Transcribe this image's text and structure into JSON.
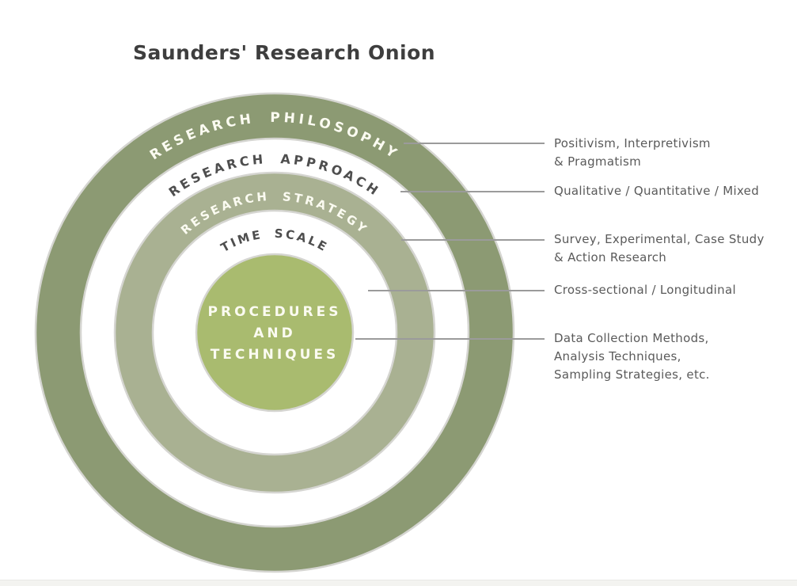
{
  "title": "Saunders' Research Onion",
  "colors": {
    "ring_philosophy": "#8C9A73",
    "ring_approach": "#FFFFFF",
    "ring_strategy": "#A9B192",
    "ring_timescale": "#FFFFFF",
    "core": "#A9BB6F",
    "ring_outline": "#D5D5D1",
    "leader_line": "#9B9B9B",
    "arc_text_light": "#FBFBF1",
    "arc_text_dark": "#4E4E4E",
    "title_text": "#3E3E3E",
    "annotation_text": "#5A5A5A"
  },
  "onion": {
    "rings": [
      {
        "label": "RESEARCH PHILOSOPHY"
      },
      {
        "label": "RESEARCH APPROACH"
      },
      {
        "label": "RESEARCH STRATEGY"
      },
      {
        "label": "TIME SCALE"
      }
    ],
    "core": {
      "lines": [
        "PROCEDURES",
        "AND",
        "TECHNIQUES"
      ]
    }
  },
  "annotations": [
    {
      "lines": [
        "Positivism, Interpretivism",
        "& Pragmatism"
      ]
    },
    {
      "lines": [
        "Qualitative / Quantitative / Mixed"
      ]
    },
    {
      "lines": [
        "Survey, Experimental, Case Study",
        "& Action Research"
      ]
    },
    {
      "lines": [
        "Cross-sectional / Longitudinal"
      ]
    },
    {
      "lines": [
        "Data Collection Methods,",
        "Analysis Techniques,",
        "Sampling Strategies, etc."
      ]
    }
  ]
}
